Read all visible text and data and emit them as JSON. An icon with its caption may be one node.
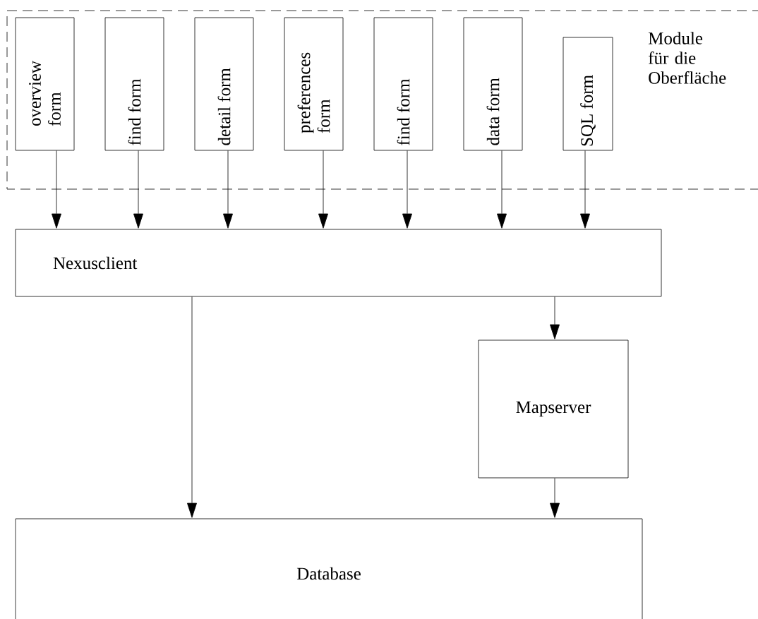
{
  "diagram": {
    "nodes": [
      {
        "text": [
          "Module für die Oberfläche"
        ]
      },
      {
        "text": [
          "overview form"
        ],
        "in": 0
      },
      {
        "text": [
          "find form"
        ],
        "in": 0
      },
      {
        "text": [
          "detail form"
        ],
        "in": 0
      },
      {
        "text": [
          "preferences form"
        ],
        "in": 0
      },
      {
        "text": [
          "find form"
        ],
        "in": 0
      },
      {
        "text": [
          "data form"
        ],
        "in": 0
      },
      {
        "text": [
          "SQL form"
        ],
        "in": 0
      },
      {
        "text": [
          "Nexusclient"
        ]
      },
      {
        "text": [
          "Mapserver"
        ]
      },
      {
        "text": [
          "Database"
        ]
      }
    ],
    "edges": [
      {
        "from": 1,
        "to": 8,
        "arrow": "to"
      },
      {
        "from": 2,
        "to": 8,
        "arrow": "to"
      },
      {
        "from": 3,
        "to": 8,
        "arrow": "to"
      },
      {
        "from": 4,
        "to": 8,
        "arrow": "to"
      },
      {
        "from": 5,
        "to": 8,
        "arrow": "to"
      },
      {
        "from": 6,
        "to": 8,
        "arrow": "to"
      },
      {
        "from": 7,
        "to": 8,
        "arrow": "to"
      },
      {
        "from": 8,
        "to": 10,
        "arrow": "to"
      },
      {
        "from": 8,
        "to": 9,
        "arrow": "to"
      },
      {
        "from": 9,
        "to": 10,
        "arrow": "to"
      }
    ]
  }
}
